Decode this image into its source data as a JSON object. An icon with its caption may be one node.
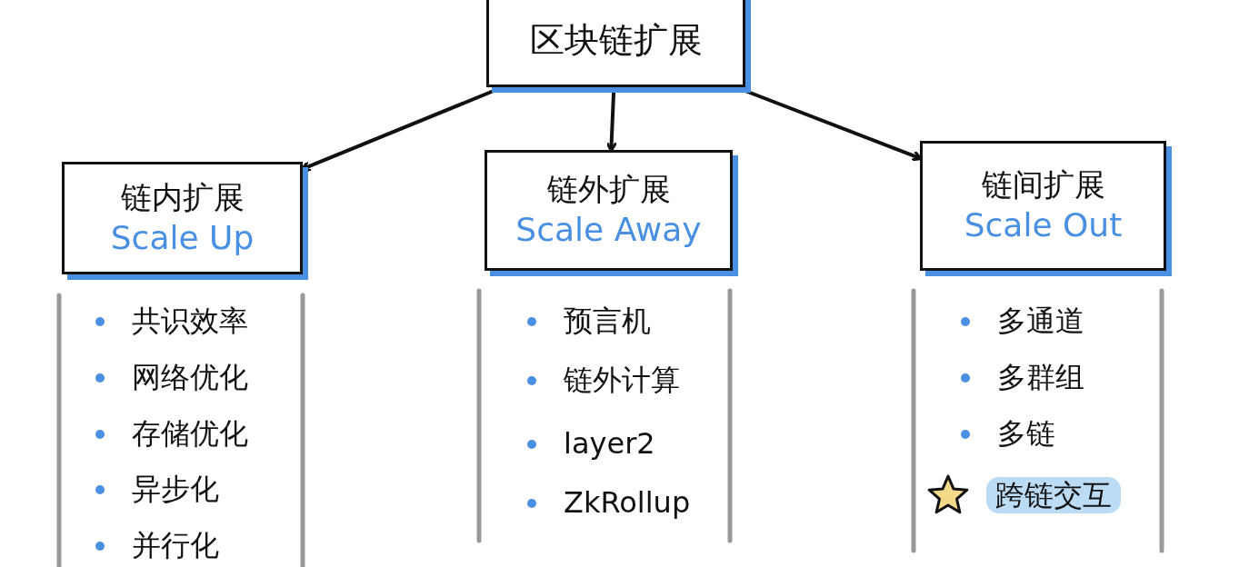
{
  "diagram": {
    "nodes": [
      {
        "text": [
          "区块链扩展"
        ]
      },
      {
        "text": [
          "链内扩展",
          "Scale Up"
        ]
      },
      {
        "text": [
          "链外扩展",
          "Scale Away"
        ]
      },
      {
        "text": [
          "链间扩展",
          "Scale Out"
        ]
      }
    ],
    "edges": [
      {
        "from": 0,
        "to": 1,
        "arrow": "to"
      },
      {
        "from": 0,
        "to": 2,
        "arrow": "to"
      },
      {
        "from": 0,
        "to": 3,
        "arrow": "to"
      }
    ],
    "labels": [
      "共识效率",
      "网络优化",
      "存储优化",
      "异步化",
      "并行化",
      "预言机",
      "链外计算",
      "layer2",
      "ZkRollup",
      "多通道",
      "多群组",
      "多链",
      "跨链交互"
    ]
  }
}
